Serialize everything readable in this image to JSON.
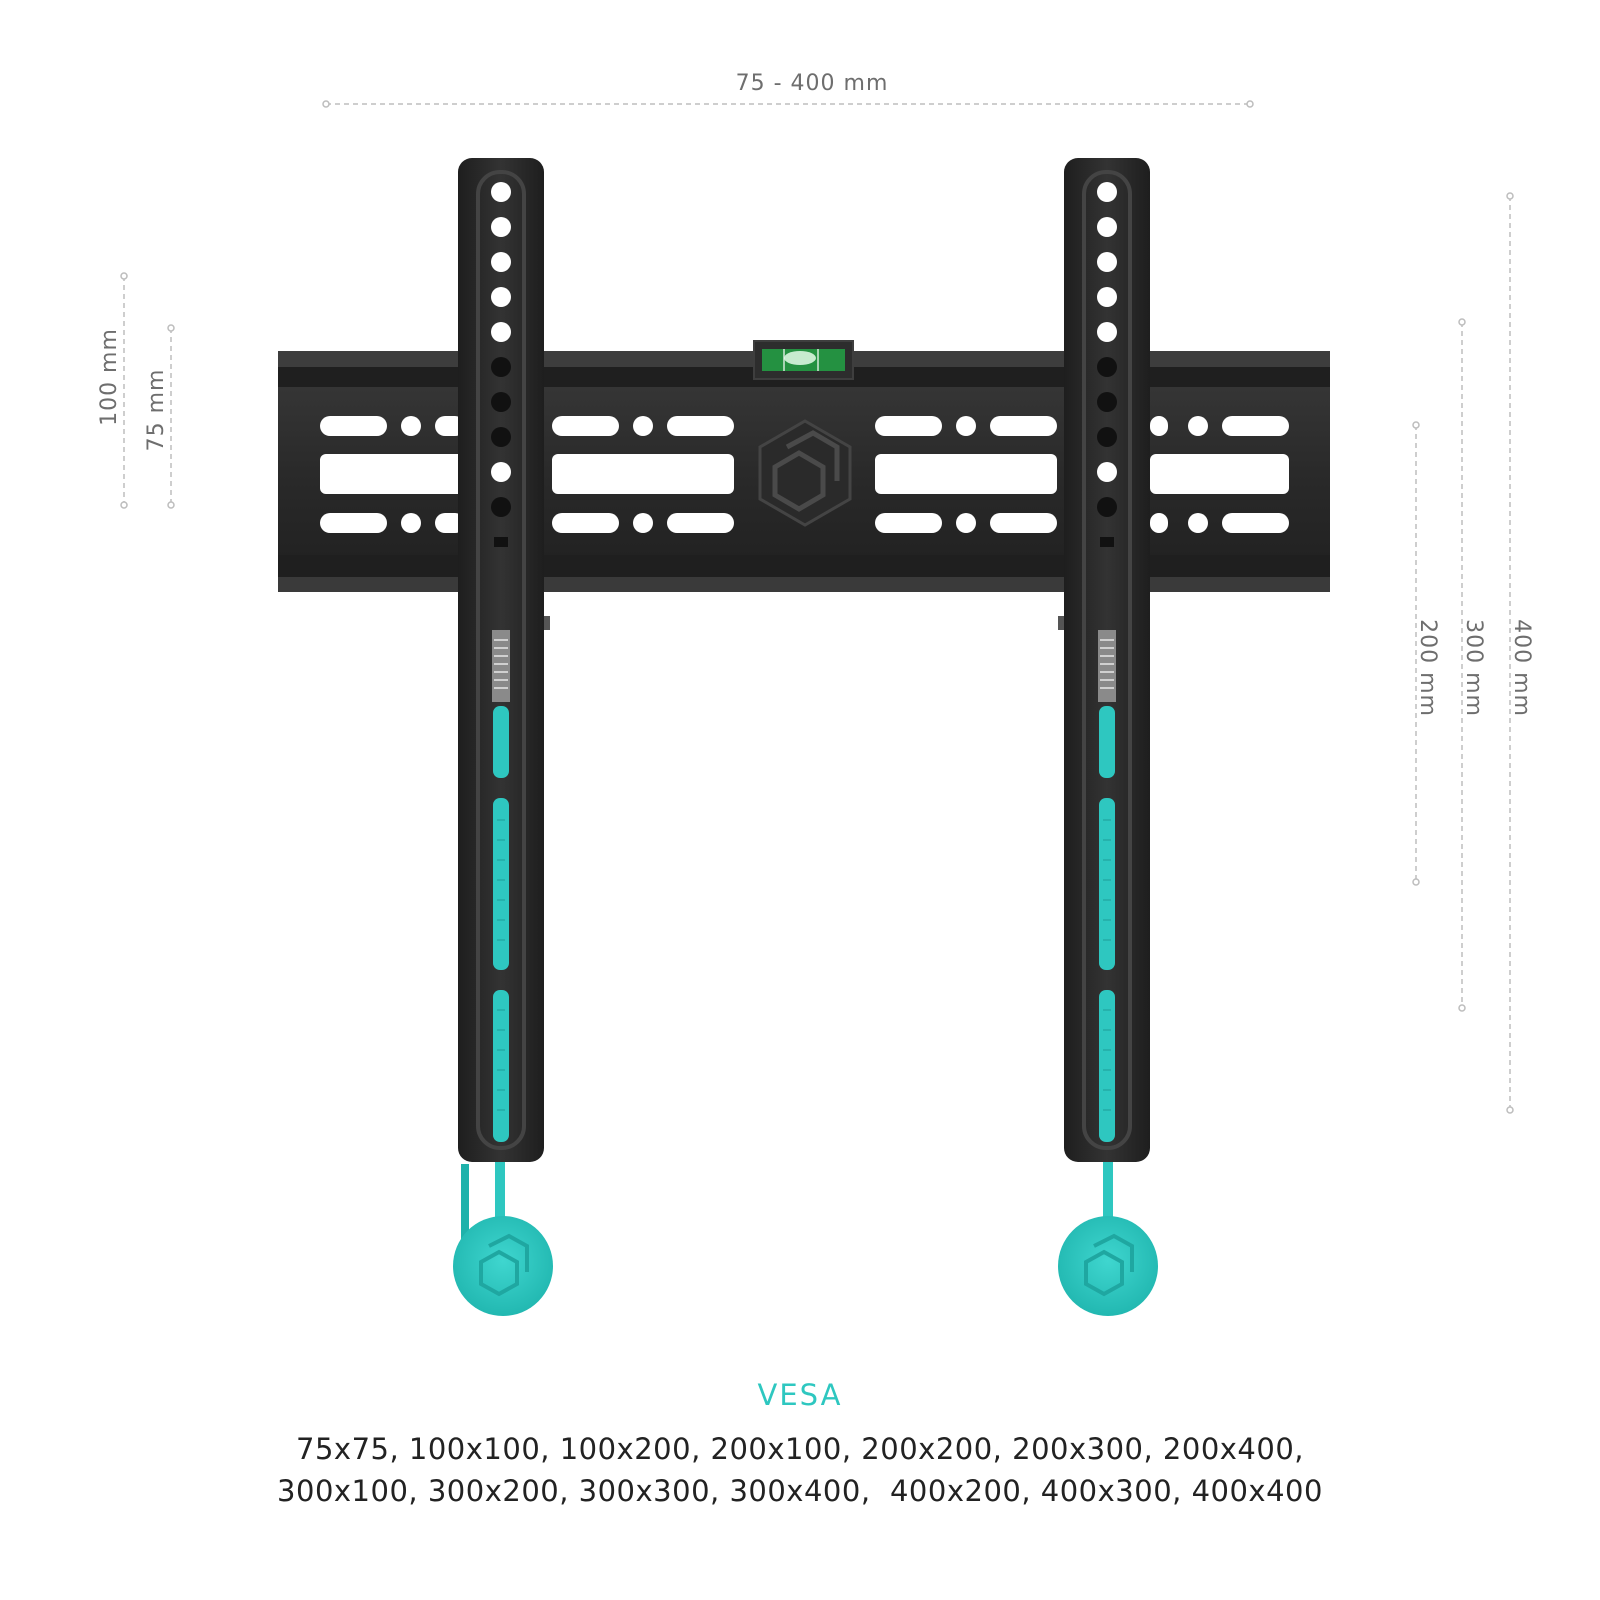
{
  "dimensions": {
    "horizontal_range": "75 - 400 mm",
    "left_outer": "100 mm",
    "left_inner": "75 mm",
    "right_a": "200 mm",
    "right_b": "300 mm",
    "right_c": "400 mm"
  },
  "vesa": {
    "title": "VESA",
    "line1": "75x75, 100x100, 100x200, 200x100, 200x200, 200x300, 200x400,",
    "line2": "300x100, 300x200, 300x300, 300x400,  400x200, 400x300, 400x400"
  },
  "colors": {
    "accent": "#2ec7c0",
    "metal": "#2b2b2b",
    "dimension_line": "#bdbdbd"
  },
  "icons": [
    "bubble-level-icon",
    "brand-logo-icon",
    "safety-knob-icon"
  ]
}
